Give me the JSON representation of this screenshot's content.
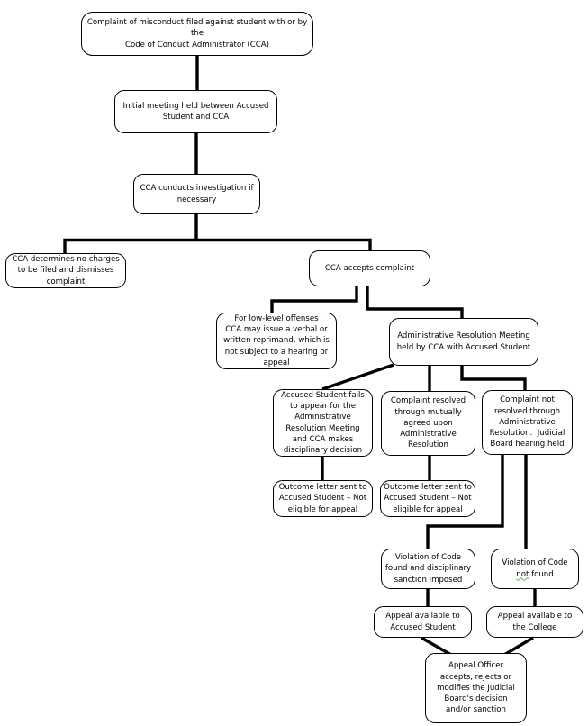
{
  "diagram": {
    "colors": {
      "background": "#ffffff",
      "box_border": "#000000",
      "connector": "#000000",
      "text": "#000000",
      "grammar_underline": "#6aa84f"
    },
    "nodes": {
      "complaint_filed": {
        "label": "Complaint of misconduct filed against student with or by the\nCode of Conduct Administrator (CCA)"
      },
      "initial_meeting": {
        "label": "Initial meeting held between Accused\nStudent and CCA"
      },
      "investigation": {
        "label": "CCA conducts investigation if\nnecessary"
      },
      "no_charges": {
        "label": "CCA determines no charges\nto be filed and dismisses\ncomplaint"
      },
      "accepts_complaint": {
        "label": "CCA accepts complaint"
      },
      "low_level_reprimand": {
        "label": "For low-level offenses\nCCA may issue a verbal or\nwritten reprimand, which is\nnot subject to a hearing or\nappeal"
      },
      "admin_resolution_meeting": {
        "label": "Administrative Resolution Meeting\nheld by CCA with Accused Student"
      },
      "student_fails_to_appear": {
        "label": "Accused Student fails\nto appear for the\nAdministrative\nResolution Meeting\nand CCA makes\ndisciplinary decision"
      },
      "complaint_resolved": {
        "label": "Complaint resolved\nthrough mutually\nagreed upon\nAdministrative\nResolution"
      },
      "complaint_not_resolved": {
        "label": "Complaint not\nresolved through\nAdministrative\nResolution.  Judicial\nBoard hearing held"
      },
      "outcome_letter_left": {
        "label": "Outcome letter sent to\nAccused Student – Not\neligible for appeal"
      },
      "outcome_letter_right": {
        "label": "Outcome letter sent to\nAccused Student – Not\neligible for appeal"
      },
      "violation_found": {
        "label": "Violation of Code\nfound and disciplinary\nsanction imposed"
      },
      "violation_not_found": {
        "line1": "Violation of Code",
        "underlined_word": "not",
        "line2_rest": " found"
      },
      "appeal_student": {
        "label": "Appeal available to\nAccused Student"
      },
      "appeal_college": {
        "label": "Appeal available to\nthe College"
      },
      "appeal_officer": {
        "label": "Appeal Officer\naccepts, rejects or\nmodifies the Judicial\nBoard's decision\nand/or sanction"
      }
    },
    "edges": [
      {
        "from": "complaint_filed",
        "to": "initial_meeting"
      },
      {
        "from": "initial_meeting",
        "to": "investigation"
      },
      {
        "from": "investigation",
        "to": "no_charges"
      },
      {
        "from": "investigation",
        "to": "accepts_complaint"
      },
      {
        "from": "accepts_complaint",
        "to": "low_level_reprimand"
      },
      {
        "from": "accepts_complaint",
        "to": "admin_resolution_meeting"
      },
      {
        "from": "admin_resolution_meeting",
        "to": "student_fails_to_appear"
      },
      {
        "from": "admin_resolution_meeting",
        "to": "complaint_resolved"
      },
      {
        "from": "admin_resolution_meeting",
        "to": "complaint_not_resolved"
      },
      {
        "from": "student_fails_to_appear",
        "to": "outcome_letter_left"
      },
      {
        "from": "complaint_resolved",
        "to": "outcome_letter_right"
      },
      {
        "from": "complaint_not_resolved",
        "to": "violation_found"
      },
      {
        "from": "complaint_not_resolved",
        "to": "violation_not_found"
      },
      {
        "from": "violation_found",
        "to": "appeal_student"
      },
      {
        "from": "violation_not_found",
        "to": "appeal_college"
      },
      {
        "from": "appeal_student",
        "to": "appeal_officer"
      },
      {
        "from": "appeal_college",
        "to": "appeal_officer"
      }
    ]
  }
}
